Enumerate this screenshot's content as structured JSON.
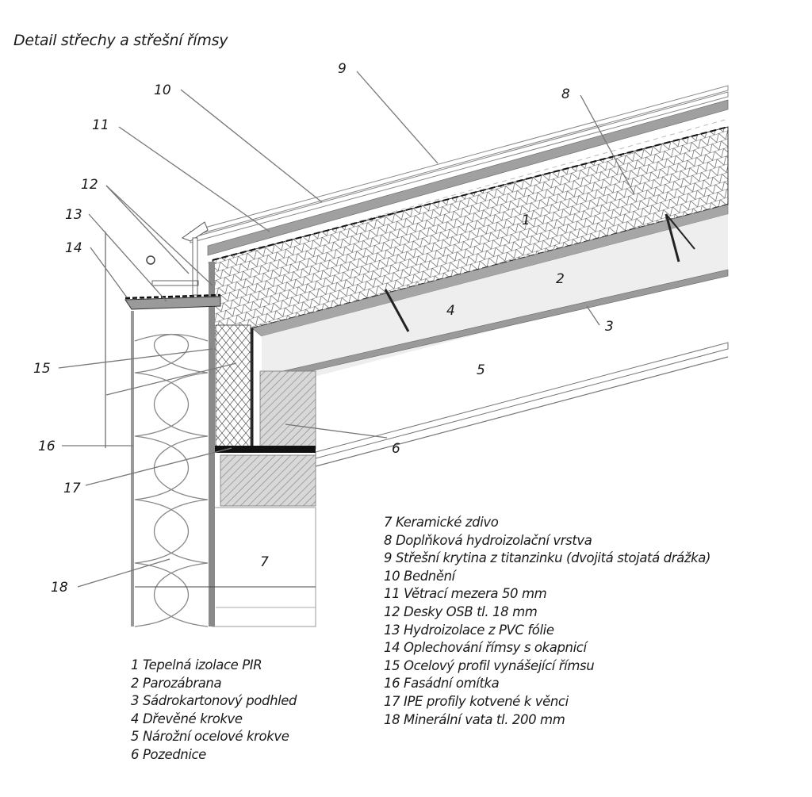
{
  "title": "Detail střechy a střešní římsy",
  "colors": {
    "ink": "#1a1a1a",
    "insulation_fill": "#ffffff",
    "layer_gray": "#9a9a9a",
    "light_gray": "#ececec",
    "leader": "#777777"
  },
  "callouts": {
    "c1": "1",
    "c2": "2",
    "c3": "3",
    "c4": "4",
    "c5": "5",
    "c6": "6",
    "c7": "7",
    "c8": "8",
    "c9": "9",
    "c10": "10",
    "c11": "11",
    "c12": "12",
    "c13": "13",
    "c14": "14",
    "c15": "15",
    "c16": "16",
    "c17": "17",
    "c18": "18"
  },
  "legend": {
    "left": [
      "1 Tepelná izolace PIR",
      "2 Parozábrana",
      "3 Sádrokartonový podhled",
      "4 Dřevěné krokve",
      "5 Nárožní ocelové krokve",
      "6 Pozednice"
    ],
    "right": [
      "7 Keramické zdivo",
      "8 Doplňková hydroizolační vrstva",
      "9 Střešní krytina z titanzinku (dvojitá stojatá drážka)",
      "10 Bednění",
      "11 Větrací mezera 50 mm",
      "12 Desky OSB tl. 18 mm",
      "13 Hydroizolace z PVC fólie",
      "14 Oplechování římsy s okapnicí",
      "15 Ocelový profil vynášející římsu",
      "16 Fasádní omítka",
      "17 IPE profily kotvené k věnci",
      "18 Minerální vata tl. 200 mm"
    ]
  }
}
